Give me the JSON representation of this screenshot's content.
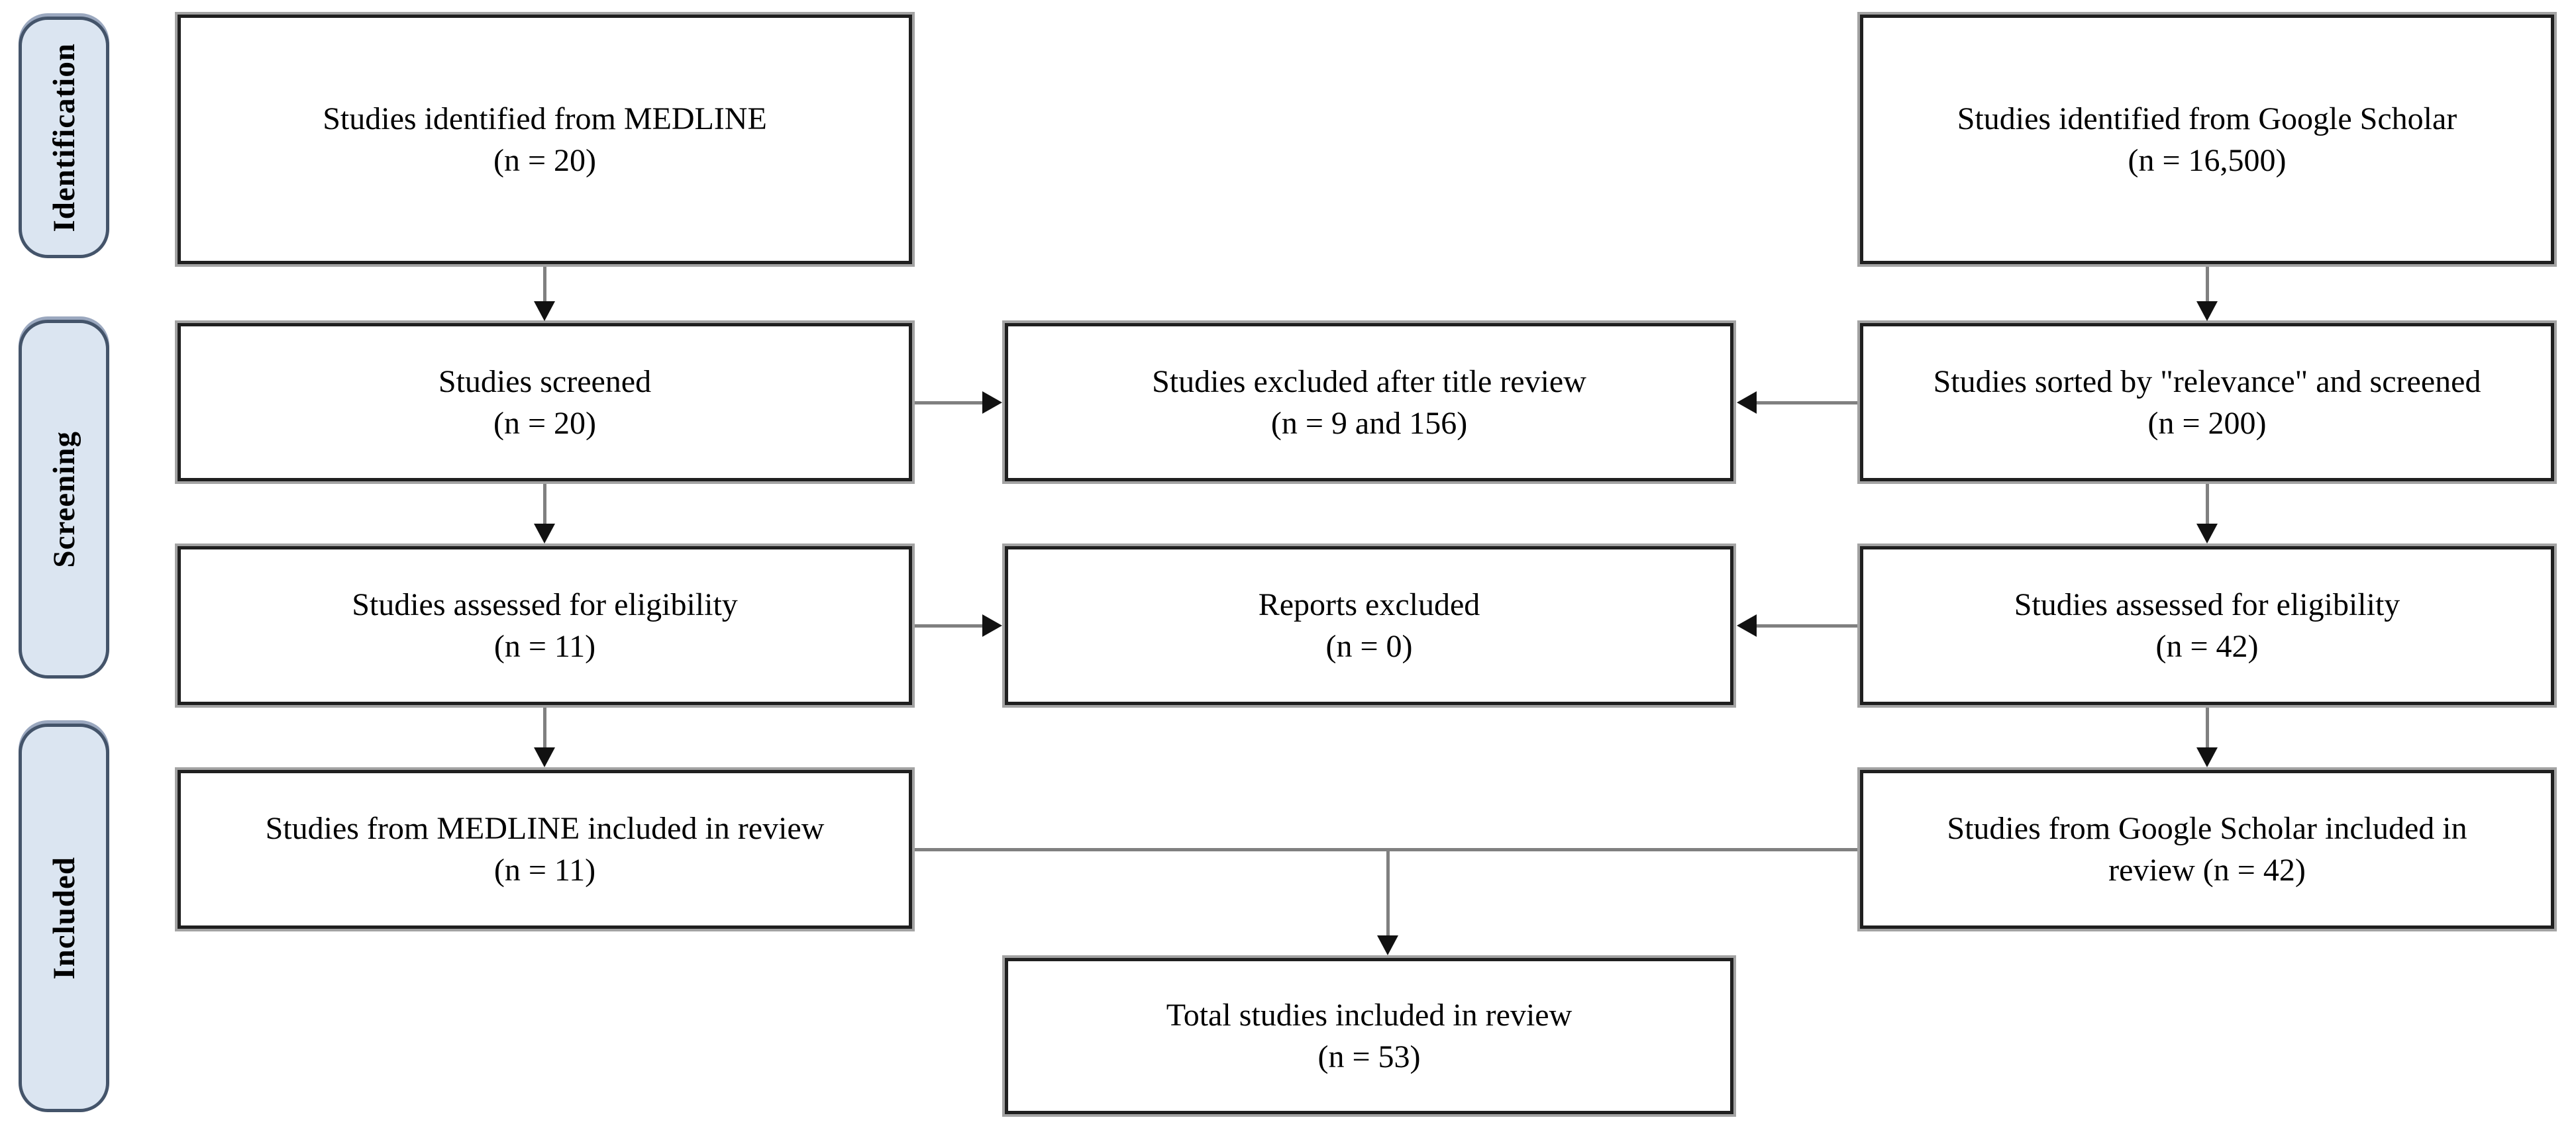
{
  "stages": [
    {
      "id": "identification",
      "label": "Identification"
    },
    {
      "id": "screening",
      "label": "Screening"
    },
    {
      "id": "included",
      "label": "Included"
    }
  ],
  "boxes": {
    "medline_identified": {
      "line1": "Studies identified from MEDLINE",
      "line2": "(n = 20)"
    },
    "gs_identified": {
      "line1": "Studies identified from Google Scholar",
      "line2": "(n = 16,500)"
    },
    "medline_screened": {
      "line1": "Studies screened",
      "line2": "(n = 20)"
    },
    "excluded_after_title_review": {
      "line1": "Studies excluded after title review",
      "line2": "(n = 9 and 156)"
    },
    "gs_sorted_screened": {
      "line1": "Studies sorted by \"relevance\" and screened",
      "line2": "(n = 200)"
    },
    "medline_eligibility": {
      "line1": "Studies assessed for eligibility",
      "line2": "(n = 11)"
    },
    "reports_excluded": {
      "line1": "Reports excluded",
      "line2": "(n = 0)"
    },
    "gs_eligibility": {
      "line1": "Studies assessed for eligibility",
      "line2": "(n = 42)"
    },
    "medline_included": {
      "line1": "Studies from MEDLINE included in review",
      "line2": "(n = 11)"
    },
    "gs_included": {
      "line1": "Studies from Google Scholar included in",
      "line2": "review (n = 42)"
    },
    "total_included": {
      "line1": "Total studies included in review",
      "line2": "(n = 53)"
    }
  },
  "colors": {
    "stage_fill": "#dbe5f1",
    "stage_border": "#44546a",
    "box_border": "#1f1f1f",
    "box_outline": "#a3a3a3",
    "connector_line": "#808080",
    "arrowhead": "#111111"
  }
}
